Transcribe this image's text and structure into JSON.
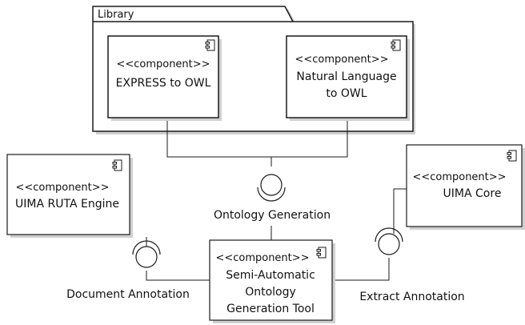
{
  "diagram": {
    "package": {
      "label": "Library"
    },
    "components": {
      "express_to_owl": {
        "stereotype": "<<component>>",
        "name_lines": [
          "EXPRESS to OWL"
        ]
      },
      "natural_language_to_owl": {
        "stereotype": "<<component>>",
        "name_lines": [
          "Natural Language",
          "to OWL"
        ]
      },
      "uima_ruta_engine": {
        "stereotype": "<<component>>",
        "name_lines": [
          "UIMA RUTA Engine"
        ]
      },
      "uima_core": {
        "stereotype": "<<component>>",
        "name_lines": [
          "UIMA Core"
        ]
      },
      "semi_automatic_tool": {
        "stereotype": "<<component>>",
        "name_lines": [
          "Semi-Automatic",
          "Ontology",
          "Generation Tool"
        ]
      }
    },
    "interfaces": {
      "ontology_generation": "Ontology Generation",
      "document_annotation": "Document Annotation",
      "extract_annotation": "Extract Annotation"
    },
    "colors": {
      "stroke": "#1a1a1a",
      "shadow": "#d0d0d0",
      "fill": "#ffffff"
    }
  }
}
